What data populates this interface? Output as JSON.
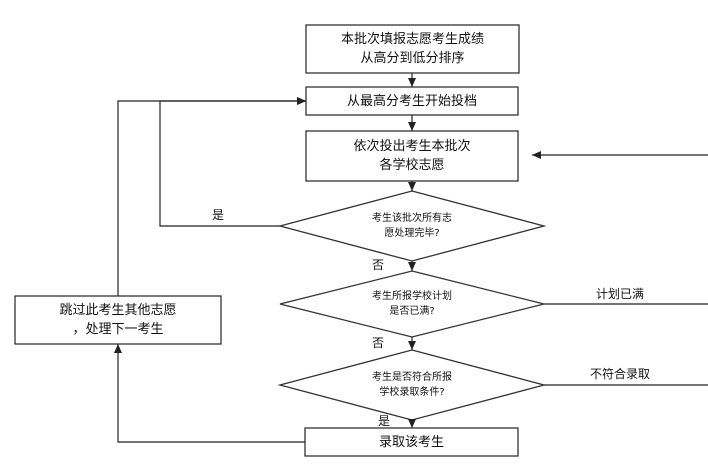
{
  "nodes": {
    "start": {
      "line1": "本批次填报志愿考生成绩",
      "line2": "从高分到低分排序"
    },
    "high_score": {
      "text": "从最高分考生开始投档"
    },
    "submit_school": {
      "line1": "依次投出考生本批次",
      "line2": "各学校志愿"
    },
    "decision_all_done": {
      "line1": "考生该批次所有志",
      "line2": "愿处理完毕?"
    },
    "decision_plan_full": {
      "line1": "考生所报学校计划",
      "line2": "是否已满?"
    },
    "decision_meets": {
      "line1": "考生是否符合所报",
      "line2": "学校录取条件?"
    },
    "admit": {
      "text": "录取该考生"
    },
    "skip": {
      "line1": "跳过此考生其他志愿",
      "line2": "，处理下一考生"
    }
  },
  "edge_labels": {
    "yes_loop": "是",
    "no_1": "否",
    "no_2": "否",
    "yes_admit": "是",
    "plan_full": "计划已满",
    "not_meet": "不符合录取"
  }
}
